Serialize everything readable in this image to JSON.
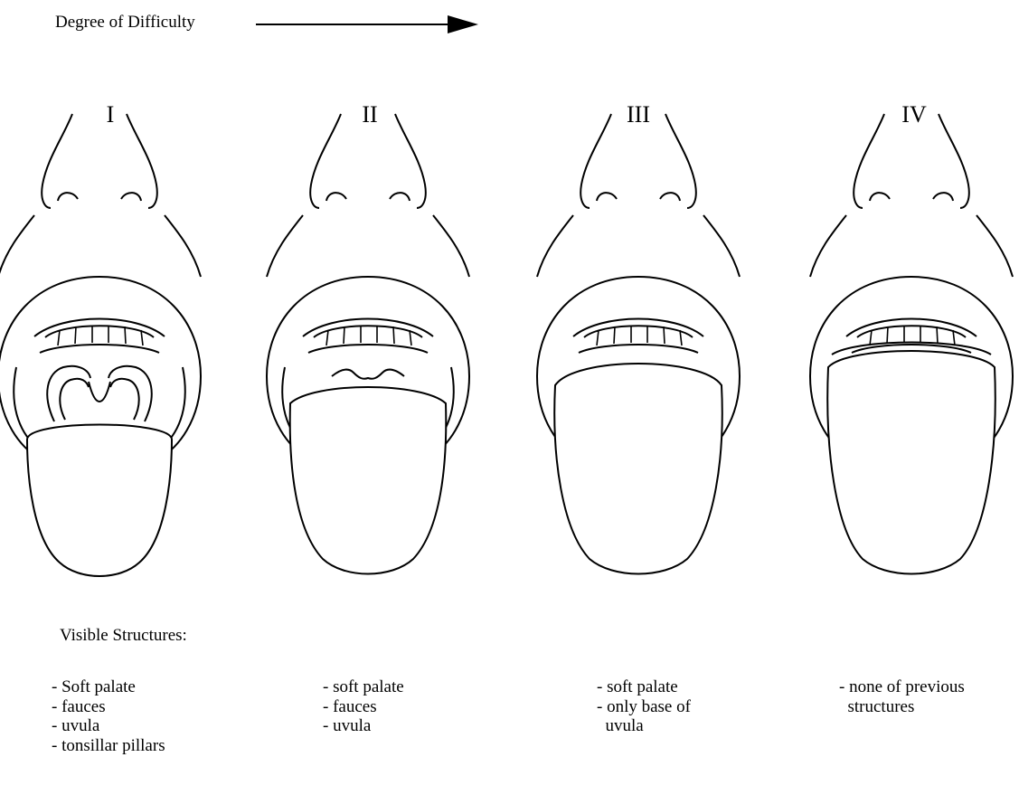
{
  "header": {
    "difficulty_label": "Degree of Difficulty"
  },
  "classes": [
    {
      "label": "I"
    },
    {
      "label": "II"
    },
    {
      "label": "III"
    },
    {
      "label": "IV"
    }
  ],
  "structures": {
    "title": "Visible Structures:",
    "columns": [
      [
        "- Soft palate",
        "- fauces",
        "- uvula",
        "- tonsillar pillars"
      ],
      [
        "- soft palate",
        "- fauces",
        "- uvula"
      ],
      [
        "- soft palate",
        "- only base of",
        "  uvula"
      ],
      [
        "- none of previous",
        "  structures"
      ]
    ]
  }
}
